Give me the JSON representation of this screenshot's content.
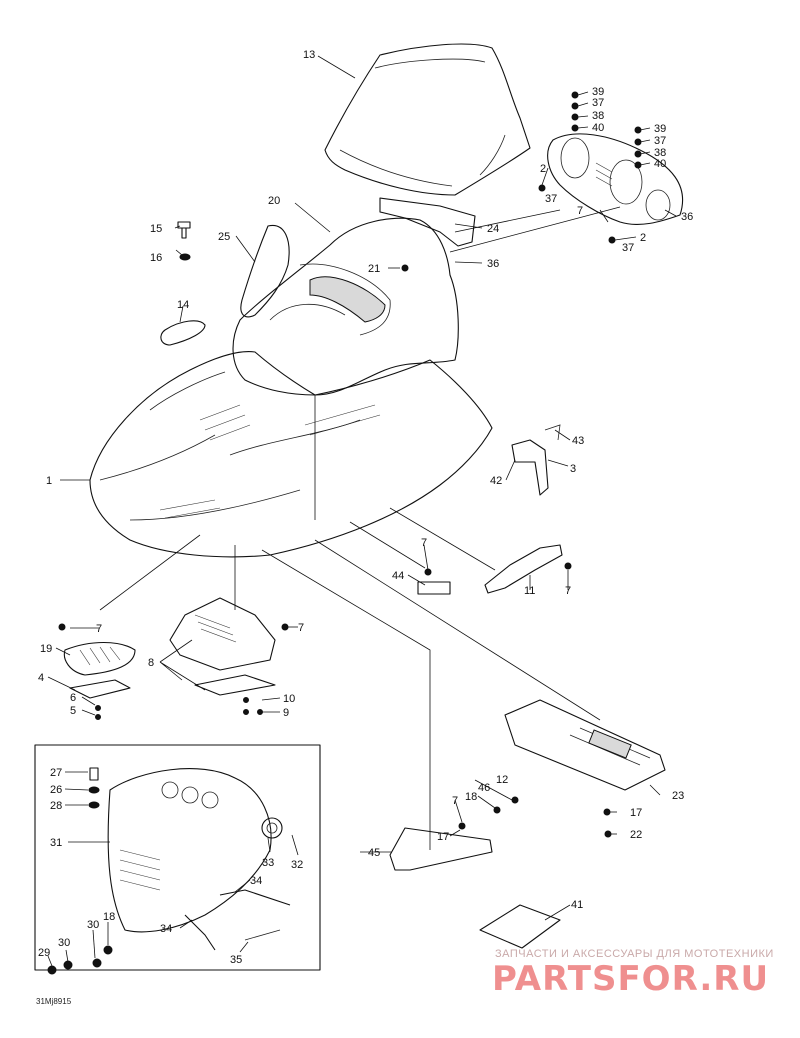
{
  "diagram": {
    "part_numbers": [
      "1",
      "2",
      "2",
      "3",
      "4",
      "5",
      "6",
      "7",
      "7",
      "7",
      "7",
      "7",
      "7",
      "8",
      "9",
      "10",
      "11",
      "12",
      "13",
      "14",
      "15",
      "16",
      "17",
      "17",
      "18",
      "18",
      "19",
      "20",
      "21",
      "22",
      "23",
      "24",
      "25",
      "26",
      "27",
      "28",
      "29",
      "30",
      "30",
      "31",
      "32",
      "33",
      "34",
      "34",
      "35",
      "36",
      "36",
      "37",
      "37",
      "37",
      "37",
      "38",
      "38",
      "39",
      "39",
      "40",
      "40",
      "41",
      "42",
      "43",
      "44",
      "45",
      "46"
    ],
    "drawing_code": "31Mj8915"
  },
  "watermark": {
    "tagline": "ЗАПЧАСТИ И АКСЕССУАРЫ ДЛЯ МОТОТЕХНИКИ",
    "logo": "PARTSFOR.RU"
  }
}
